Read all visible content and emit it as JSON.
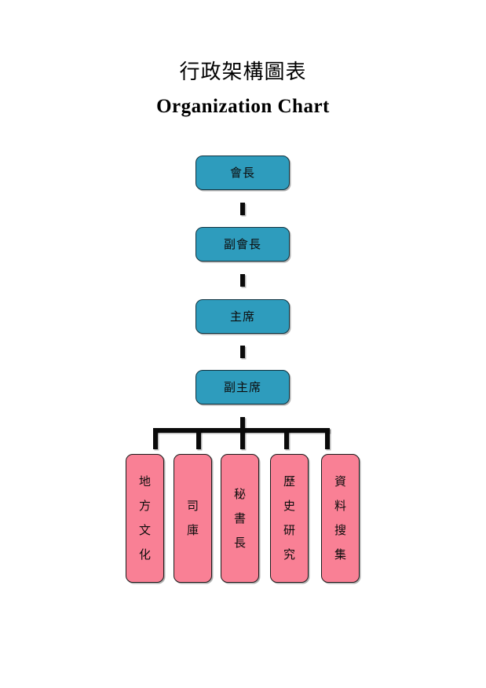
{
  "document": {
    "title_cjk": "行政架構圖表",
    "title_en": "Organization Chart"
  },
  "colors": {
    "executive_fill": "#2e9cbd",
    "executive_border": "#12333f",
    "department_fill": "#f98095",
    "department_border": "#1b1b1b",
    "connector": "#0a0a0a",
    "background": "#ffffff",
    "text": "#0d0d0d"
  },
  "chart_data": {
    "type": "diagram",
    "diagram_kind": "organization-chart",
    "title": "行政架構圖表 / Organization Chart",
    "orientation": "top-down",
    "executive_chain": [
      {
        "id": "president",
        "label": "會長",
        "level": 1,
        "shape": "rounded-rect",
        "fill": "#2e9cbd"
      },
      {
        "id": "vice-president",
        "label": "副會長",
        "level": 2,
        "shape": "rounded-rect",
        "fill": "#2e9cbd"
      },
      {
        "id": "chairman",
        "label": "主席",
        "level": 3,
        "shape": "rounded-rect",
        "fill": "#2e9cbd"
      },
      {
        "id": "vice-chairman",
        "label": "副主席",
        "level": 4,
        "shape": "rounded-rect",
        "fill": "#2e9cbd"
      }
    ],
    "departments": [
      {
        "id": "local-culture",
        "label": "地方文化",
        "label_vertical": "地\n方\n文\n化",
        "level": 5,
        "shape": "rounded-rect",
        "fill": "#f98095"
      },
      {
        "id": "treasury",
        "label": "司庫",
        "label_vertical": "司\n庫",
        "level": 5,
        "shape": "rounded-rect",
        "fill": "#f98095"
      },
      {
        "id": "secretary-general",
        "label": "秘書長",
        "label_vertical": "秘\n書\n長",
        "level": 5,
        "shape": "rounded-rect",
        "fill": "#f98095"
      },
      {
        "id": "history-research",
        "label": "歷史研究",
        "label_vertical": "歷\n史\n研\n究",
        "level": 5,
        "shape": "rounded-rect",
        "fill": "#f98095"
      },
      {
        "id": "data-collection",
        "label": "資料搜集",
        "label_vertical": "資\n料\n搜\n集",
        "level": 5,
        "shape": "rounded-rect",
        "fill": "#f98095"
      }
    ],
    "edges": [
      {
        "from": "president",
        "to": "vice-president",
        "style": "vertical-stub"
      },
      {
        "from": "vice-president",
        "to": "chairman",
        "style": "vertical-stub"
      },
      {
        "from": "chairman",
        "to": "vice-chairman",
        "style": "vertical-stub"
      },
      {
        "from": "vice-chairman",
        "to": "local-culture",
        "style": "bracket"
      },
      {
        "from": "vice-chairman",
        "to": "treasury",
        "style": "bracket"
      },
      {
        "from": "vice-chairman",
        "to": "secretary-general",
        "style": "bracket"
      },
      {
        "from": "vice-chairman",
        "to": "history-research",
        "style": "bracket"
      },
      {
        "from": "vice-chairman",
        "to": "data-collection",
        "style": "bracket"
      }
    ]
  }
}
